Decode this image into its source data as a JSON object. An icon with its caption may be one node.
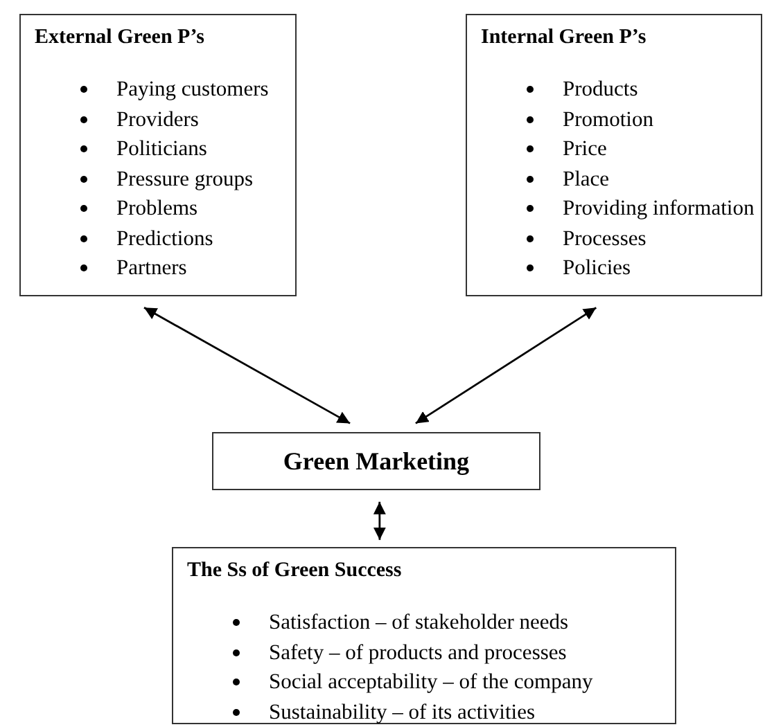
{
  "diagram": {
    "nodes": [
      {
        "text": [
          "External Green P’s",
          "Paying customers",
          "Providers",
          "Politicians",
          "Pressure groups",
          "Problems",
          "Predictions",
          "Partners"
        ]
      },
      {
        "text": [
          "Internal Green P’s",
          "Products",
          "Promotion",
          "Price",
          "Place",
          "Providing information",
          "Processes",
          "Policies"
        ]
      },
      {
        "text": [
          "Green Marketing"
        ]
      },
      {
        "text": [
          "The Ss of Green Success",
          "Satisfaction – of stakeholder needs",
          "Safety – of products and processes",
          "Social acceptability – of the company",
          "Sustainability – of its activities"
        ]
      }
    ],
    "edges": [
      {
        "from": 0,
        "to": 2,
        "arrow": "both"
      },
      {
        "from": 1,
        "to": 2,
        "arrow": "both"
      },
      {
        "from": 2,
        "to": 3,
        "arrow": "both"
      }
    ]
  }
}
